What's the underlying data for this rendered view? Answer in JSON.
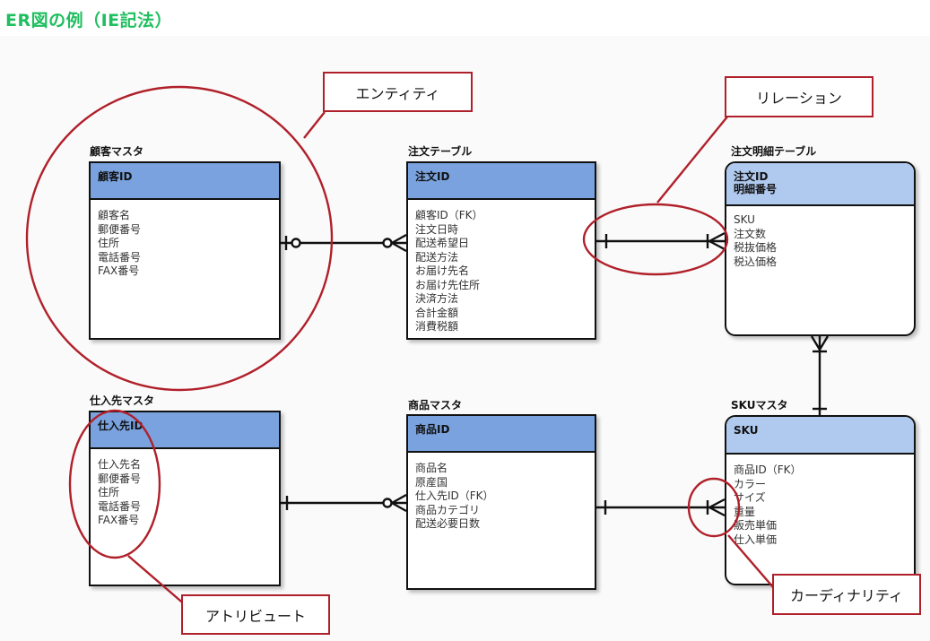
{
  "heading": "ER図の例（IE記法）",
  "entities": {
    "customer": {
      "title": "顧客マスタ",
      "keys": [
        "顧客ID"
      ],
      "attributes": [
        "顧客名",
        "郵便番号",
        "住所",
        "電話番号",
        "FAX番号"
      ]
    },
    "order": {
      "title": "注文テーブル",
      "keys": [
        "注文ID"
      ],
      "attributes": [
        "顧客ID（FK）",
        "注文日時",
        "配送希望日",
        "配送方法",
        "お届け先名",
        "お届け先住所",
        "決済方法",
        "合計金額",
        "消費税額"
      ]
    },
    "order_detail": {
      "title": "注文明細テーブル",
      "keys": [
        "注文ID",
        "明細番号"
      ],
      "attributes": [
        "SKU",
        "注文数",
        "税抜価格",
        "税込価格"
      ]
    },
    "supplier": {
      "title": "仕入先マスタ",
      "keys": [
        "仕入先ID"
      ],
      "attributes": [
        "仕入先名",
        "郵便番号",
        "住所",
        "電話番号",
        "FAX番号"
      ]
    },
    "product": {
      "title": "商品マスタ",
      "keys": [
        "商品ID"
      ],
      "attributes": [
        "商品名",
        "原産国",
        "仕入先ID（FK）",
        "商品カテゴリ",
        "配送必要日数"
      ]
    },
    "sku": {
      "title": "SKUマスタ",
      "keys": [
        "SKU"
      ],
      "attributes": [
        "商品ID（FK）",
        "カラー",
        "サイズ",
        "重量",
        "販売単価",
        "仕入単価"
      ]
    }
  },
  "callouts": {
    "entity": "エンティティ",
    "relation": "リレーション",
    "attribute": "アトリビュート",
    "cardinality": "カーディナリティ"
  },
  "colors": {
    "heading": "#1fbf5f",
    "key_header": "#79a2de",
    "key_header_light": "#b0c9ee",
    "annotation": "#b0202a"
  }
}
